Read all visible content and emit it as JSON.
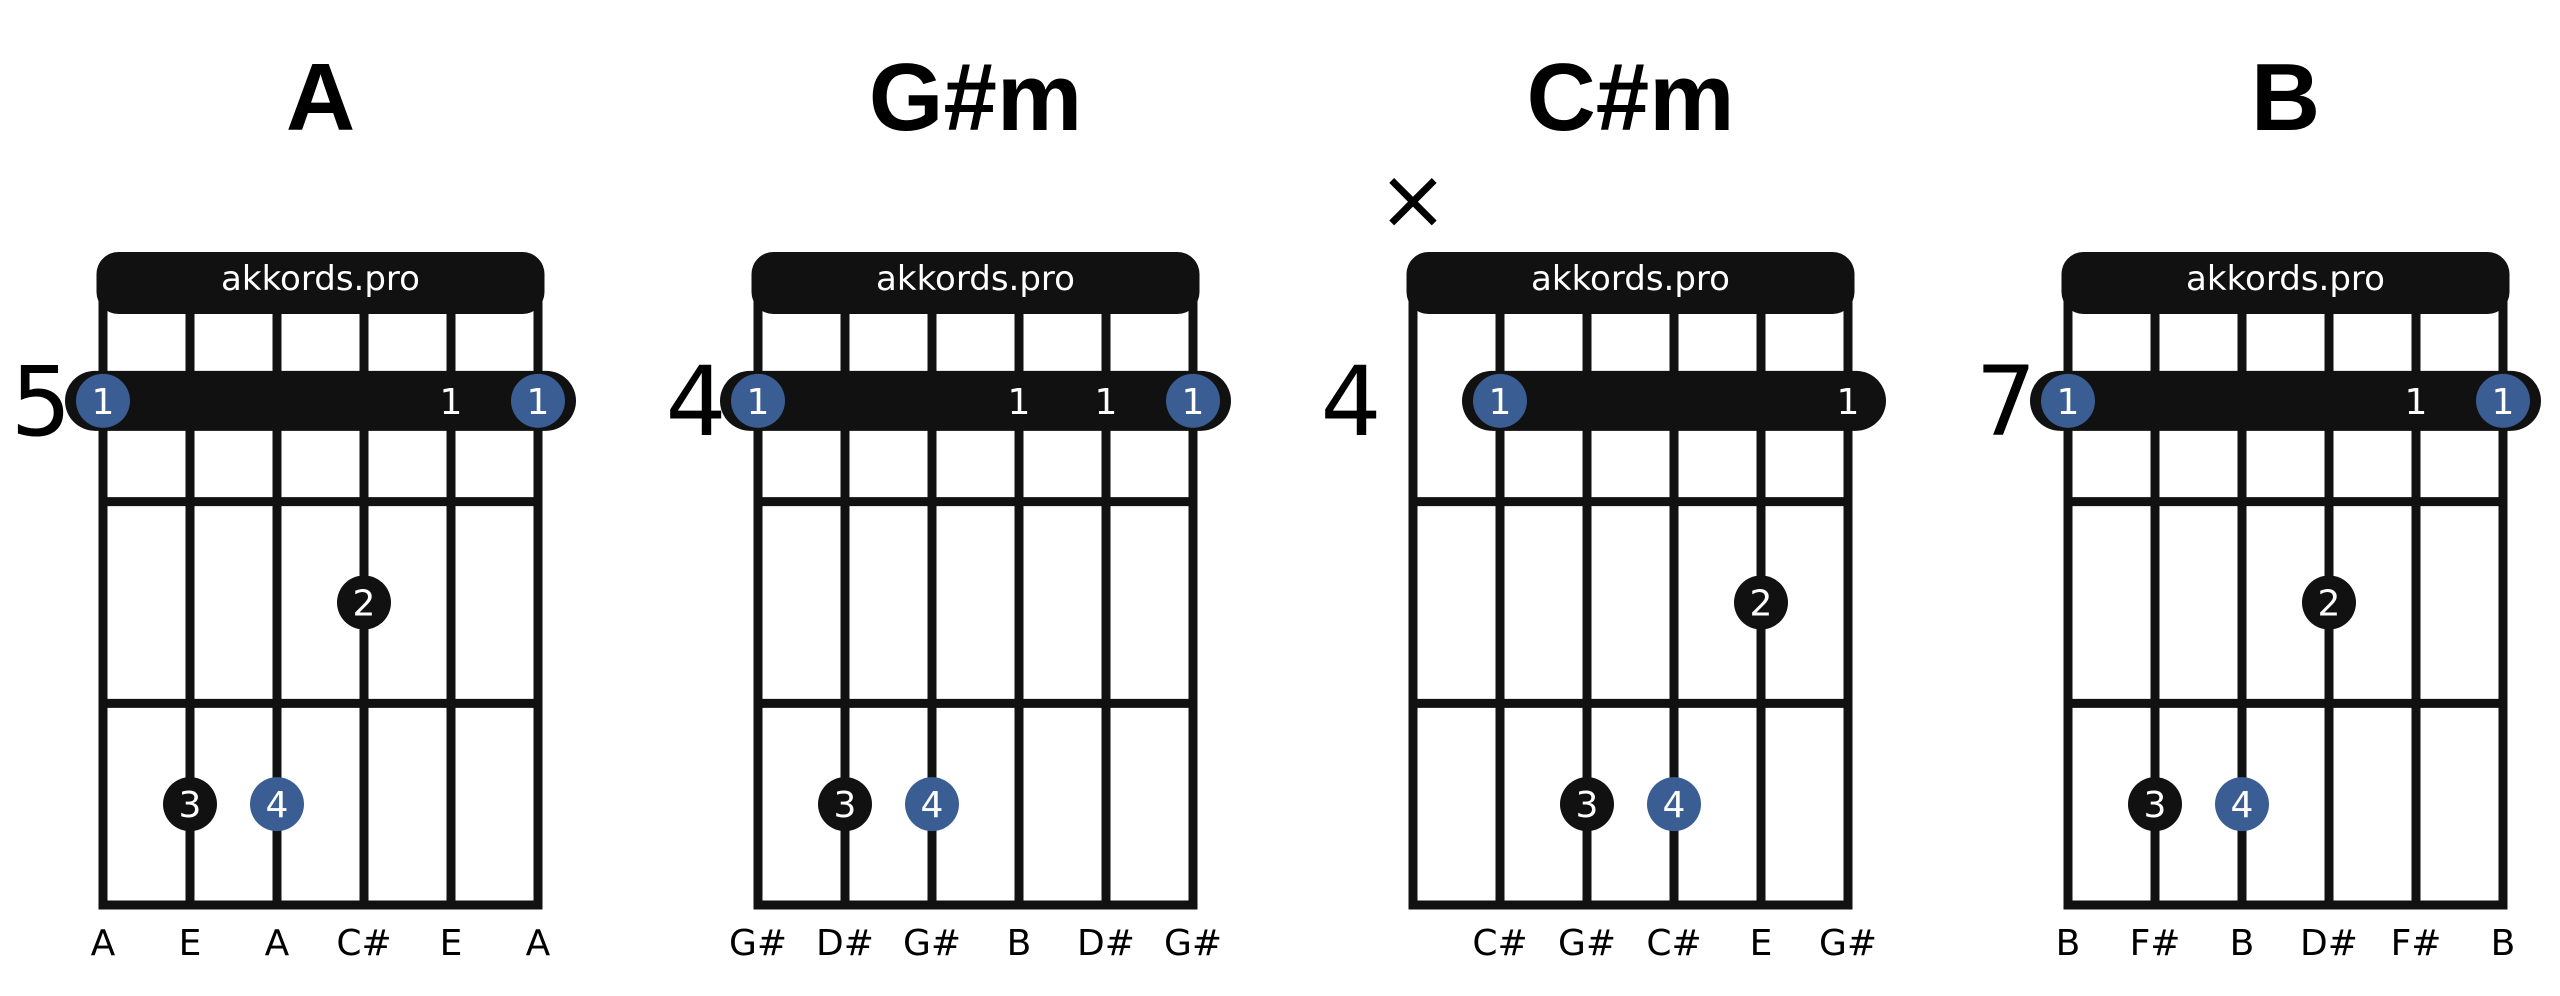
{
  "colors": {
    "ink": "#111111",
    "accent_dot": "#3a5e94",
    "dark_dot": "#111111",
    "finger_text": "#ffffff"
  },
  "chords": [
    {
      "name": "A",
      "brand": "akkords.pro",
      "start_fret": "5",
      "strings": [
        "A",
        "E",
        "A",
        "C#",
        "E",
        "A"
      ],
      "muted": [],
      "barre": {
        "fret": 1,
        "from_string": 1,
        "to_string": 6
      },
      "dots": [
        {
          "string": 1,
          "fret": 1,
          "finger": "1",
          "accent": true
        },
        {
          "string": 5,
          "fret": 1,
          "finger": "1",
          "accent": false,
          "on_barre": true
        },
        {
          "string": 6,
          "fret": 1,
          "finger": "1",
          "accent": true
        },
        {
          "string": 4,
          "fret": 2,
          "finger": "2",
          "accent": false
        },
        {
          "string": 2,
          "fret": 3,
          "finger": "3",
          "accent": false
        },
        {
          "string": 3,
          "fret": 3,
          "finger": "4",
          "accent": true
        }
      ]
    },
    {
      "name": "G#m",
      "brand": "akkords.pro",
      "start_fret": "4",
      "strings": [
        "G#",
        "D#",
        "G#",
        "B",
        "D#",
        "G#"
      ],
      "muted": [],
      "barre": {
        "fret": 1,
        "from_string": 1,
        "to_string": 6
      },
      "dots": [
        {
          "string": 1,
          "fret": 1,
          "finger": "1",
          "accent": true
        },
        {
          "string": 4,
          "fret": 1,
          "finger": "1",
          "accent": false,
          "on_barre": true
        },
        {
          "string": 5,
          "fret": 1,
          "finger": "1",
          "accent": false,
          "on_barre": true
        },
        {
          "string": 6,
          "fret": 1,
          "finger": "1",
          "accent": true
        },
        {
          "string": 2,
          "fret": 3,
          "finger": "3",
          "accent": false
        },
        {
          "string": 3,
          "fret": 3,
          "finger": "4",
          "accent": true
        }
      ]
    },
    {
      "name": "C#m",
      "brand": "akkords.pro",
      "start_fret": "4",
      "strings": [
        "",
        "C#",
        "G#",
        "C#",
        "E",
        "G#"
      ],
      "muted": [
        {
          "string": 1,
          "symbol": "×"
        }
      ],
      "barre": {
        "fret": 1,
        "from_string": 2,
        "to_string": 6
      },
      "dots": [
        {
          "string": 2,
          "fret": 1,
          "finger": "1",
          "accent": true
        },
        {
          "string": 6,
          "fret": 1,
          "finger": "1",
          "accent": false,
          "on_barre": true
        },
        {
          "string": 5,
          "fret": 2,
          "finger": "2",
          "accent": false
        },
        {
          "string": 3,
          "fret": 3,
          "finger": "3",
          "accent": false
        },
        {
          "string": 4,
          "fret": 3,
          "finger": "4",
          "accent": true
        }
      ]
    },
    {
      "name": "B",
      "brand": "akkords.pro",
      "start_fret": "7",
      "strings": [
        "B",
        "F#",
        "B",
        "D#",
        "F#",
        "B"
      ],
      "muted": [],
      "barre": {
        "fret": 1,
        "from_string": 1,
        "to_string": 6
      },
      "dots": [
        {
          "string": 1,
          "fret": 1,
          "finger": "1",
          "accent": true
        },
        {
          "string": 5,
          "fret": 1,
          "finger": "1",
          "accent": false,
          "on_barre": true
        },
        {
          "string": 6,
          "fret": 1,
          "finger": "1",
          "accent": true
        },
        {
          "string": 4,
          "fret": 2,
          "finger": "2",
          "accent": false
        },
        {
          "string": 2,
          "fret": 3,
          "finger": "3",
          "accent": false
        },
        {
          "string": 3,
          "fret": 3,
          "finger": "4",
          "accent": true
        }
      ]
    }
  ]
}
